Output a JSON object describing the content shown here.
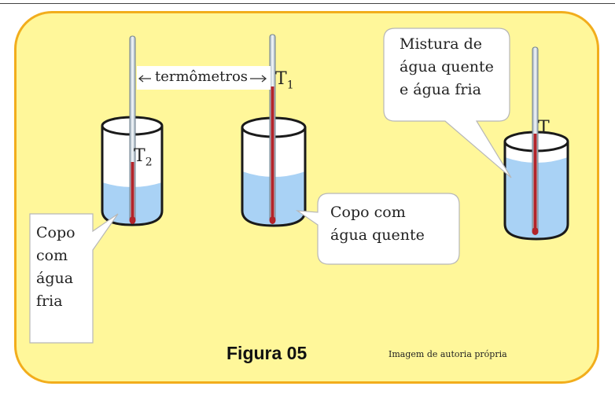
{
  "label_termometros": "termômetros",
  "thermometer_t1": {
    "symbol": "T",
    "subscript": "1"
  },
  "thermometer_t2": {
    "symbol": "T",
    "subscript": "2"
  },
  "thermometer_t": {
    "symbol": "T"
  },
  "callout_cold": [
    "Copo",
    "com",
    "água",
    "fria"
  ],
  "callout_hot": [
    "Copo com",
    "água quente"
  ],
  "callout_mix": [
    "Mistura de",
    "água quente",
    "e água fria"
  ],
  "figure_title": "Figura 05",
  "credit": "Imagem de autoria própria",
  "colors": {
    "panel_fill": "#fff79a",
    "panel_border": "#f2ad1c",
    "water": "#a9d2f5",
    "mercury": "#b3242a"
  }
}
